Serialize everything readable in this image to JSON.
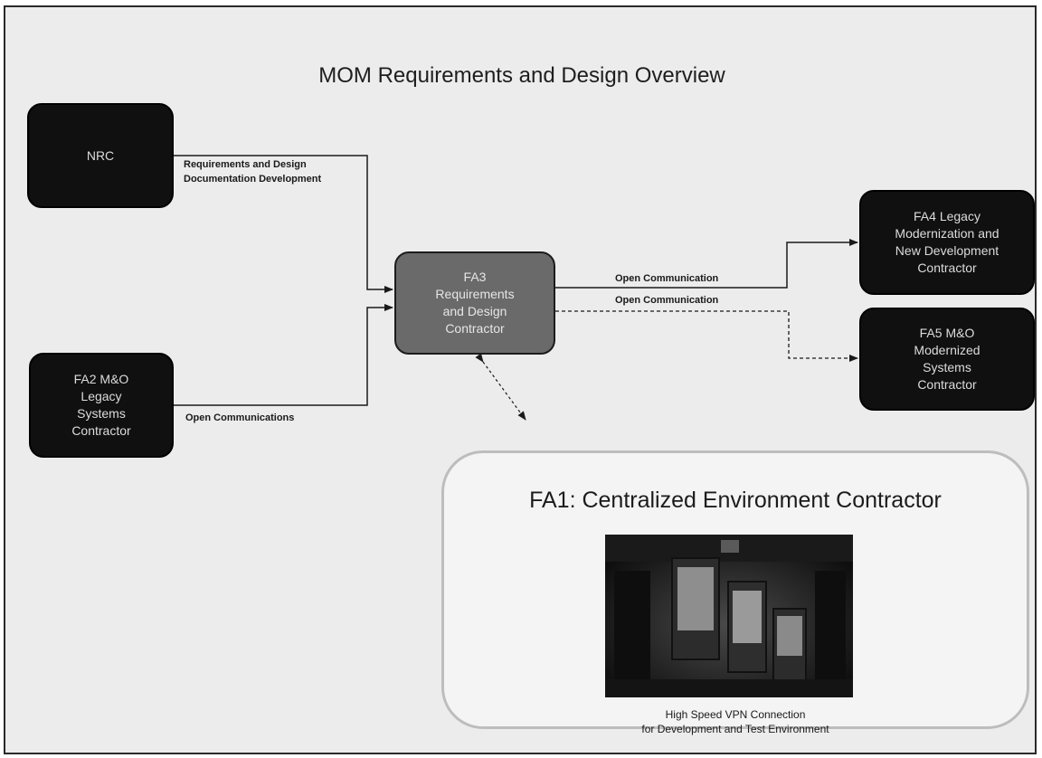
{
  "diagram": {
    "title": "MOM Requirements and Design Overview",
    "nodes": {
      "nrc": "NRC",
      "fa2": "FA2  M&O\nLegacy\nSystems\nContractor",
      "fa3": "FA3\nRequirements\nand Design\nContractor",
      "fa4": "FA4  Legacy\nModernization and\nNew Development\nContractor",
      "fa5": "FA5  M&O\nModernized\nSystems\nContractor",
      "fa1_title": "FA1:  Centralized Environment Contractor",
      "fa1_caption": "High Speed VPN  Connection\nfor Development and Test Environment"
    },
    "edges": {
      "nrc_fa3": "Requirements and Design\nDocumentation Development",
      "fa3_fa4": "Open Communication",
      "fa3_fa5": "Open Communication",
      "fa3_fa2": "Open Communications"
    }
  }
}
